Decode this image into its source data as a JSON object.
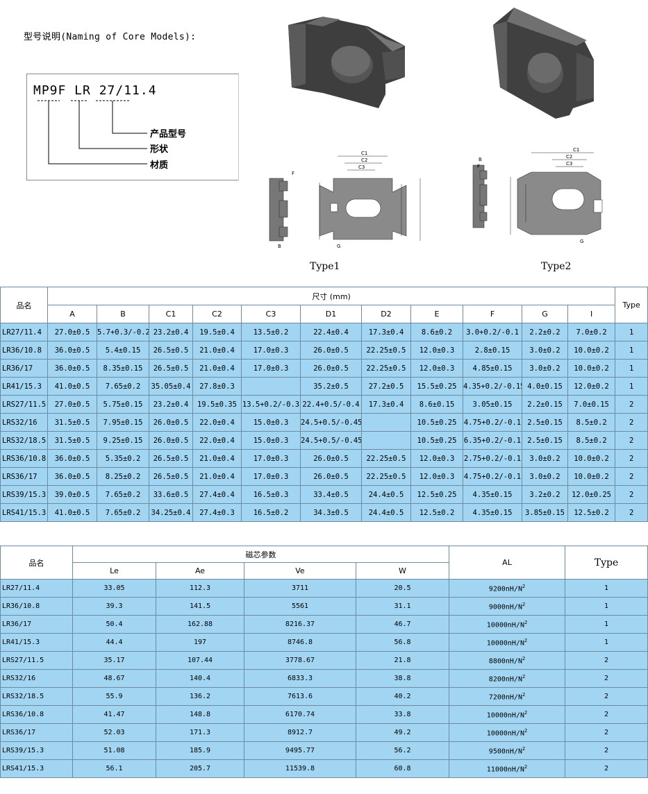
{
  "naming": {
    "title": "型号说明(Naming of Core Models):",
    "code": "MP9F LR 27/11.4",
    "labels": [
      "产品型号",
      "形状",
      "材质"
    ]
  },
  "types": [
    "Type1",
    "Type2"
  ],
  "table1": {
    "name_header": "品名",
    "dim_header": "尺寸 (mm)",
    "type_header": "Type",
    "columns": [
      "A",
      "B",
      "C1",
      "C2",
      "C3",
      "D1",
      "D2",
      "E",
      "F",
      "G",
      "I"
    ],
    "rows": [
      {
        "name": "LR27/11.4",
        "A": "27.0±0.5",
        "B": "5.7+0.3/-0.2",
        "C1": "23.2±0.4",
        "C2": "19.5±0.4",
        "C3": "13.5±0.2",
        "D1": "22.4±0.4",
        "D2": "17.3±0.4",
        "E": "8.6±0.2",
        "F": "3.0+0.2/-0.1",
        "G": "2.2±0.2",
        "I": "7.0±0.2",
        "type": "1"
      },
      {
        "name": "LR36/10.8",
        "A": "36.0±0.5",
        "B": "5.4±0.15",
        "C1": "26.5±0.5",
        "C2": "21.0±0.4",
        "C3": "17.0±0.3",
        "D1": "26.0±0.5",
        "D2": "22.25±0.5",
        "E": "12.0±0.3",
        "F": "2.8±0.15",
        "G": "3.0±0.2",
        "I": "10.0±0.2",
        "type": "1"
      },
      {
        "name": "LR36/17",
        "A": "36.0±0.5",
        "B": "8.35±0.15",
        "C1": "26.5±0.5",
        "C2": "21.0±0.4",
        "C3": "17.0±0.3",
        "D1": "26.0±0.5",
        "D2": "22.25±0.5",
        "E": "12.0±0.3",
        "F": "4.85±0.15",
        "G": "3.0±0.2",
        "I": "10.0±0.2",
        "type": "1"
      },
      {
        "name": "LR41/15.3",
        "A": "41.0±0.5",
        "B": "7.65±0.2",
        "C1": "35.05±0.4",
        "C2": "27.8±0.3",
        "C3": "",
        "D1": "35.2±0.5",
        "D2": "27.2±0.5",
        "E": "15.5±0.25",
        "F": "4.35+0.2/-0.15",
        "G": "4.0±0.15",
        "I": "12.0±0.2",
        "type": "1"
      },
      {
        "name": "LRS27/11.5",
        "A": "27.0±0.5",
        "B": "5.75±0.15",
        "C1": "23.2±0.4",
        "C2": "19.5±0.35",
        "C3": "13.5+0.2/-0.3",
        "D1": "22.4+0.5/-0.4",
        "D2": "17.3±0.4",
        "E": "8.6±0.15",
        "F": "3.05±0.15",
        "G": "2.2±0.15",
        "I": "7.0±0.15",
        "type": "2"
      },
      {
        "name": "LRS32/16",
        "A": "31.5±0.5",
        "B": "7.95±0.15",
        "C1": "26.0±0.5",
        "C2": "22.0±0.4",
        "C3": "15.0±0.3",
        "D1": "24.5+0.5/-0.45",
        "D2": "",
        "E": "10.5±0.25",
        "F": "4.75+0.2/-0.1",
        "G": "2.5±0.15",
        "I": "8.5±0.2",
        "type": "2"
      },
      {
        "name": "LRS32/18.5",
        "A": "31.5±0.5",
        "B": "9.25±0.15",
        "C1": "26.0±0.5",
        "C2": "22.0±0.4",
        "C3": "15.0±0.3",
        "D1": "24.5+0.5/-0.45",
        "D2": "",
        "E": "10.5±0.25",
        "F": "6.35+0.2/-0.1",
        "G": "2.5±0.15",
        "I": "8.5±0.2",
        "type": "2"
      },
      {
        "name": "LRS36/10.8",
        "A": "36.0±0.5",
        "B": "5.35±0.2",
        "C1": "26.5±0.5",
        "C2": "21.0±0.4",
        "C3": "17.0±0.3",
        "D1": "26.0±0.5",
        "D2": "22.25±0.5",
        "E": "12.0±0.3",
        "F": "2.75+0.2/-0.1",
        "G": "3.0±0.2",
        "I": "10.0±0.2",
        "type": "2"
      },
      {
        "name": "LRS36/17",
        "A": "36.0±0.5",
        "B": "8.25±0.2",
        "C1": "26.5±0.5",
        "C2": "21.0±0.4",
        "C3": "17.0±0.3",
        "D1": "26.0±0.5",
        "D2": "22.25±0.5",
        "E": "12.0±0.3",
        "F": "4.75+0.2/-0.1",
        "G": "3.0±0.2",
        "I": "10.0±0.2",
        "type": "2"
      },
      {
        "name": "LRS39/15.3",
        "A": "39.0±0.5",
        "B": "7.65±0.2",
        "C1": "33.6±0.5",
        "C2": "27.4±0.4",
        "C3": "16.5±0.3",
        "D1": "33.4±0.5",
        "D2": "24.4±0.5",
        "E": "12.5±0.25",
        "F": "4.35±0.15",
        "G": "3.2±0.2",
        "I": "12.0±0.25",
        "type": "2"
      },
      {
        "name": "LRS41/15.3",
        "A": "41.0±0.5",
        "B": "7.65±0.2",
        "C1": "34.25±0.4",
        "C2": "27.4±0.3",
        "C3": "16.5±0.2",
        "D1": "34.3±0.5",
        "D2": "24.4±0.5",
        "E": "12.5±0.2",
        "F": "4.35±0.15",
        "G": "3.85±0.15",
        "I": "12.5±0.2",
        "type": "2"
      }
    ]
  },
  "table2": {
    "name_header": "品名",
    "param_header": "磁芯参数",
    "al_header": "AL",
    "type_header": "Type",
    "columns": [
      "Le",
      "Ae",
      "Ve",
      "W"
    ],
    "al_unit": "nH/N",
    "al_sup": "2",
    "rows": [
      {
        "name": "LR27/11.4",
        "Le": "33.05",
        "Ae": "112.3",
        "Ve": "3711",
        "W": "20.5",
        "AL": "9200",
        "type": "1"
      },
      {
        "name": "LR36/10.8",
        "Le": "39.3",
        "Ae": "141.5",
        "Ve": "5561",
        "W": "31.1",
        "AL": "9000",
        "type": "1"
      },
      {
        "name": "LR36/17",
        "Le": "50.4",
        "Ae": "162.88",
        "Ve": "8216.37",
        "W": "46.7",
        "AL": "10000",
        "type": "1"
      },
      {
        "name": "LR41/15.3",
        "Le": "44.4",
        "Ae": "197",
        "Ve": "8746.8",
        "W": "56.8",
        "AL": "10000",
        "type": "1"
      },
      {
        "name": "LRS27/11.5",
        "Le": "35.17",
        "Ae": "107.44",
        "Ve": "3778.67",
        "W": "21.8",
        "AL": "8800",
        "type": "2"
      },
      {
        "name": "LRS32/16",
        "Le": "48.67",
        "Ae": "140.4",
        "Ve": "6833.3",
        "W": "38.8",
        "AL": "8200",
        "type": "2"
      },
      {
        "name": "LRS32/18.5",
        "Le": "55.9",
        "Ae": "136.2",
        "Ve": "7613.6",
        "W": "40.2",
        "AL": "7200",
        "type": "2"
      },
      {
        "name": "LRS36/10.8",
        "Le": "41.47",
        "Ae": "148.8",
        "Ve": "6170.74",
        "W": "33.8",
        "AL": "10000",
        "type": "2"
      },
      {
        "name": "LRS36/17",
        "Le": "52.03",
        "Ae": "171.3",
        "Ve": "8912.7",
        "W": "49.2",
        "AL": "10000",
        "type": "2"
      },
      {
        "name": "LRS39/15.3",
        "Le": "51.08",
        "Ae": "185.9",
        "Ve": "9495.77",
        "W": "56.2",
        "AL": "9500",
        "type": "2"
      },
      {
        "name": "LRS41/15.3",
        "Le": "56.1",
        "Ae": "205.7",
        "Ve": "11539.8",
        "W": "60.8",
        "AL": "11000",
        "type": "2"
      }
    ]
  },
  "colors": {
    "row_bg": "#a2d5f2",
    "border": "#6e8aa0",
    "core": "#4a4a4a"
  }
}
